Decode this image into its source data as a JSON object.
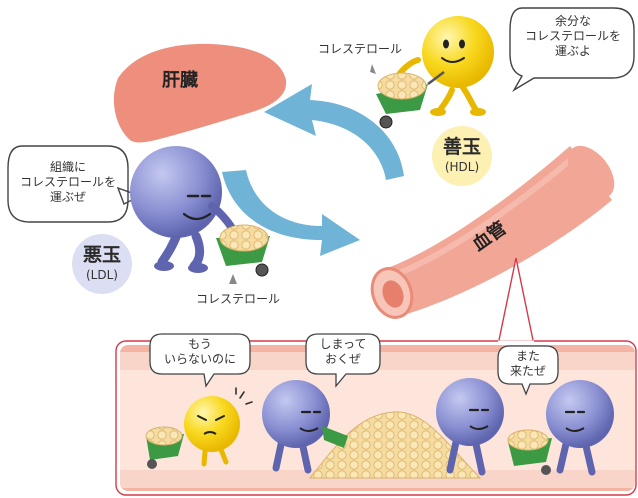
{
  "organs": {
    "liver": "肝臓",
    "vessel": "血管"
  },
  "hdl": {
    "speech": [
      "余分な",
      "コレステロールを",
      "運ぶよ"
    ],
    "cargo_label": "コレステロール",
    "badge_title": "善玉",
    "badge_sub": "(HDL)"
  },
  "ldl": {
    "speech": [
      "組織に",
      "コレステロールを",
      "運ぶぜ"
    ],
    "cargo_label": "コレステロール",
    "badge_title": "悪玉",
    "badge_sub": "(LDL)"
  },
  "inset": {
    "bubble1": [
      "もう",
      "いらないのに"
    ],
    "bubble2": [
      "しまって",
      "おくぜ"
    ],
    "bubble3": [
      "また",
      "来たぜ"
    ]
  },
  "colors": {
    "liver": "#ee8f7d",
    "vessel": "#f2a695",
    "arrow": "#6fb3d6",
    "hdl_ball": "#f6d21b",
    "ldl_ball": "#7f86c9",
    "cart": "#3c9a45",
    "cholesterol": "#f3d38f",
    "frame": "#d63a4a",
    "badge_hdl": "#fdf0b3",
    "badge_ldl": "#dcdff4"
  }
}
